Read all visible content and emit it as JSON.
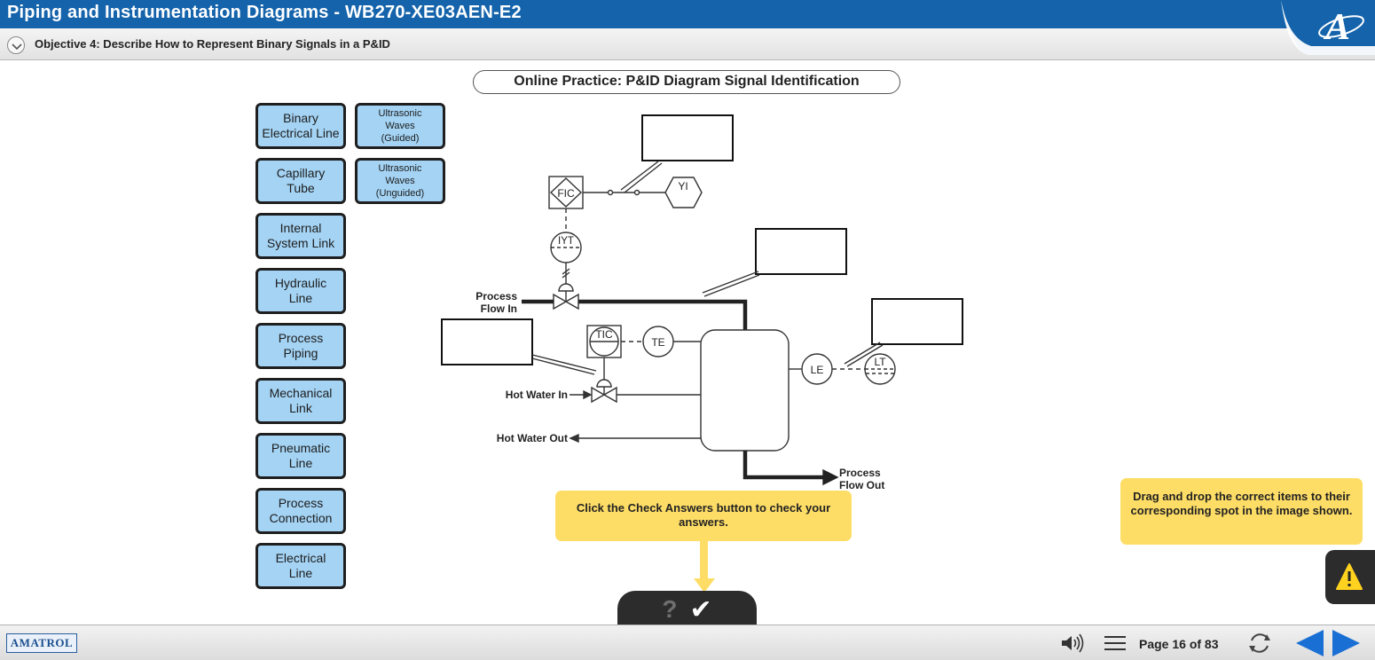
{
  "header": {
    "title": "Piping and Instrumentation Diagrams - WB270-XE03AEN-E2",
    "logo_letter": "A"
  },
  "objective": {
    "text": "Objective 4: Describe How to Represent Binary Signals in a P&ID"
  },
  "practice": {
    "title": "Online Practice: P&ID Diagram Signal Identification"
  },
  "items": [
    {
      "label": "Binary\nElectrical Line"
    },
    {
      "label": "Capillary\nTube"
    },
    {
      "label": "Internal\nSystem Link"
    },
    {
      "label": "Hydraulic\nLine"
    },
    {
      "label": "Process\nPiping"
    },
    {
      "label": "Mechanical\nLink"
    },
    {
      "label": "Pneumatic\nLine"
    },
    {
      "label": "Process\nConnection"
    },
    {
      "label": "Electrical\nLine"
    },
    {
      "label": "Ultrasonic\nWaves\n(Guided)"
    },
    {
      "label": "Ultrasonic\nWaves\n(Unguided)"
    }
  ],
  "diagram": {
    "labels": {
      "fic": "FIC",
      "yi": "YI",
      "iyt": "IYT",
      "tic": "TIC",
      "te": "TE",
      "le": "LE",
      "lt": "LT",
      "process_flow_in_1": "Process",
      "process_flow_in_2": "Flow In",
      "hot_water_in": "Hot Water In",
      "hot_water_out": "Hot Water Out",
      "process_flow_out_1": "Process",
      "process_flow_out_2": "Flow Out"
    }
  },
  "callouts": {
    "check": "Click the Check Answers button to check your answers.",
    "drag": "Drag and drop the correct items to their corresponding spot in the image shown."
  },
  "check_button": {
    "q": "?",
    "mark": "✔"
  },
  "footer": {
    "brand": "AMATROL",
    "page": "Page 16 of 83"
  },
  "colors": {
    "header_blue": "#1463ab",
    "tile_blue": "#a4d3f4",
    "callout_yellow": "#fedd66",
    "dark_button": "#2c2c2c",
    "nav_blue": "#1a6fd4"
  },
  "icons": [
    "chevron-down-icon",
    "amatrol-a-logo",
    "warning-icon",
    "speaker-icon",
    "menu-icon",
    "refresh-icon",
    "arrow-left-icon",
    "arrow-right-icon"
  ]
}
